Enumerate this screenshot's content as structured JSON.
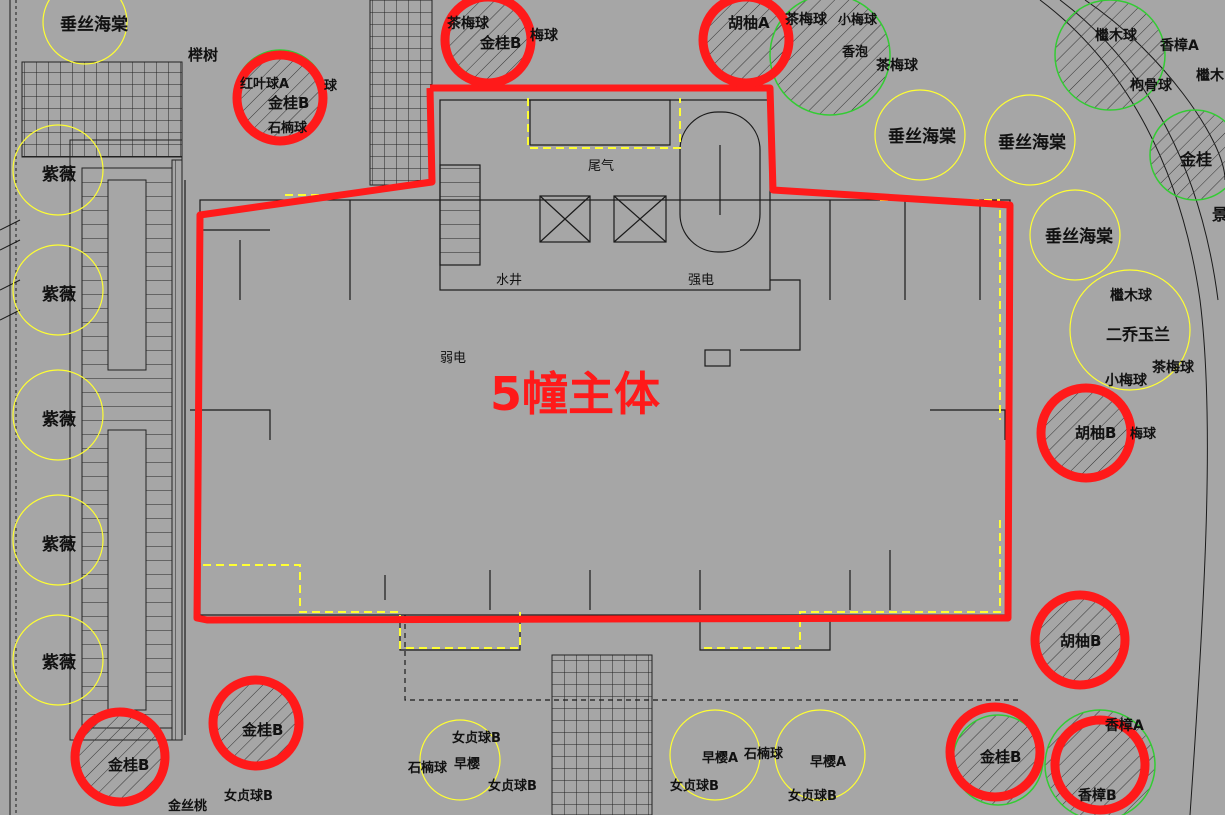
{
  "plan": {
    "title": "5幢主体",
    "rooms": {
      "tail_gas": "尾气",
      "water_well": "水井",
      "strong_current": "强电",
      "weak_current": "弱电"
    },
    "plants": {
      "top_left_1": "垂丝海棠",
      "top_left_2": "榉树",
      "top_left_3": "红叶球A",
      "top_left_4": "金桂B",
      "top_left_5": "石楠球",
      "top_left_6": "球",
      "left_1": "紫薇",
      "left_2": "紫薇",
      "left_3": "紫薇",
      "left_4": "紫薇",
      "left_5": "紫薇",
      "top_center_1": "茶梅球",
      "top_center_2": "金桂B",
      "top_center_3": "梅球",
      "top_right_1": "胡柚A",
      "top_right_2": "茶梅球",
      "top_right_3": "小梅球",
      "top_right_4": "香泡",
      "top_right_5": "茶梅球",
      "top_right_6": "垂丝海棠",
      "top_right_7": "垂丝海棠",
      "far_right_1": "檵木球",
      "far_right_2": "香樟A",
      "far_right_3": "枸骨球",
      "far_right_4": "檵木",
      "far_right_5": "金桂",
      "far_right_6": "垂丝海棠",
      "far_right_7": "檵木球",
      "far_right_8": "二乔玉兰",
      "far_right_9": "小梅球",
      "far_right_10": "茶梅球",
      "far_right_11": "胡柚B",
      "far_right_12": "梅球",
      "far_right_13": "胡柚B",
      "far_right_14": "金桂B",
      "far_right_15": "香樟A",
      "far_right_16": "香樟B",
      "bottom_1": "金桂B",
      "bottom_2": "金桂B",
      "bottom_3": "金丝桃",
      "bottom_4": "女贞球B",
      "bottom_5": "女贞球B",
      "bottom_6": "石楠球",
      "bottom_7": "早樱",
      "bottom_8": "女贞球B",
      "bottom_9": "早樱A",
      "bottom_10": "石楠球",
      "bottom_11": "早樱A",
      "bottom_12": "女贞球B",
      "bottom_13": "女贞球B",
      "edge_right": "景"
    },
    "colors": {
      "background": "#a6a6a6",
      "highlight_red": "#ff1a1a",
      "line_dark": "#1a1a1a",
      "line_yellow": "#ffff33",
      "line_green": "#33cc33"
    }
  }
}
